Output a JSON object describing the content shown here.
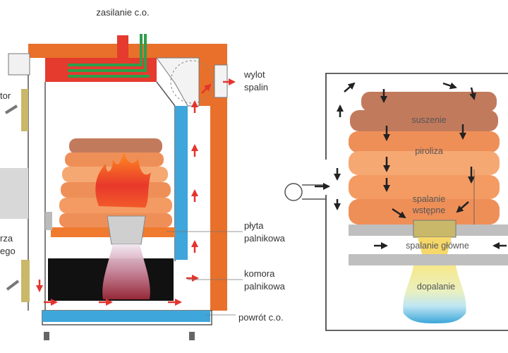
{
  "labels": {
    "zasilanie": "zasilanie c.o.",
    "wylot_1": "wylot",
    "wylot_2": "spalin",
    "plyta_1": "płyta",
    "plyta_2": "palnikowa",
    "komora_1": "komora",
    "komora_2": "palnikowa",
    "powrot": "powrót c.o.",
    "tor": "tor",
    "rza": "rza",
    "ego": "ego"
  },
  "zones": {
    "suszenie": "suszenie",
    "piroliza": "piroliza",
    "spalanie_1": "spalanie",
    "spalanie_2": "wstępne",
    "spalanie_glowne": "spalanie główne",
    "dopalanie": "dopalanie"
  },
  "colors": {
    "water_jacket": "#e8702a",
    "hot_header": "#e53a2e",
    "flue_pipe": "#2e9e4c",
    "cold_return": "#3ea6da",
    "log_dark": "#c27a5c",
    "log_mid": "#ef8f58",
    "log_light": "#f6a873",
    "arrow_red": "#e3342f",
    "steel": "#bfbfbf"
  }
}
